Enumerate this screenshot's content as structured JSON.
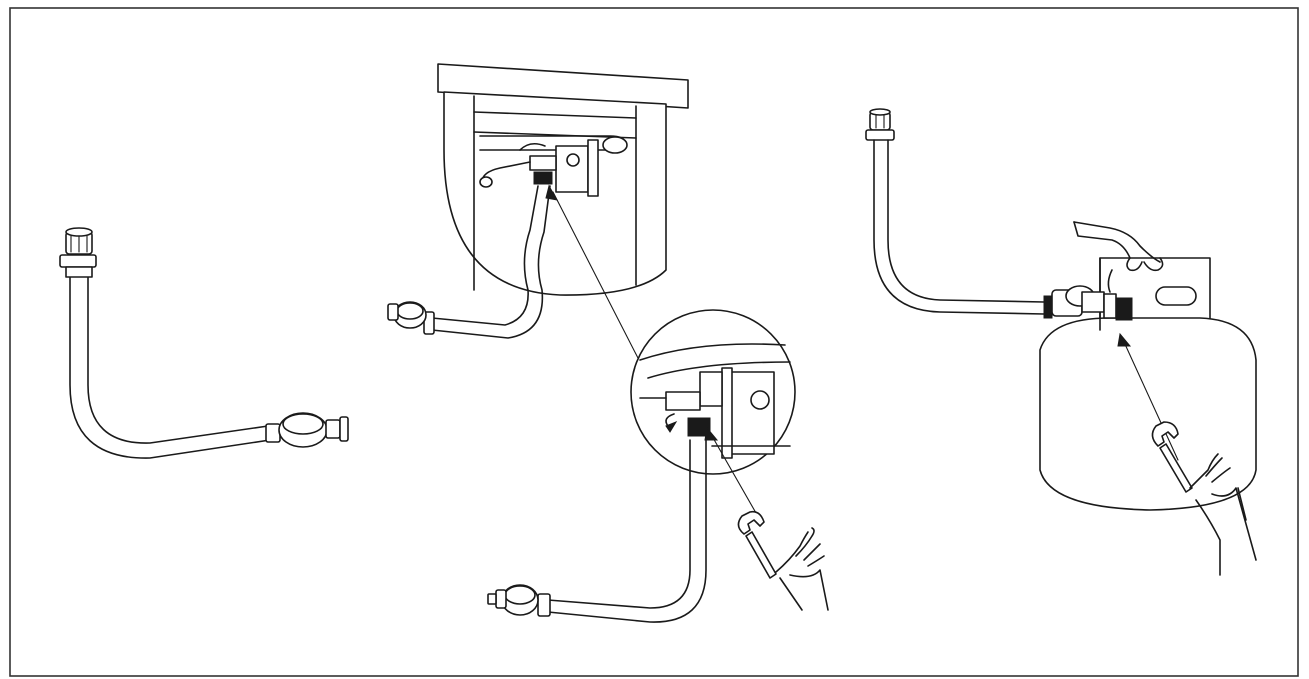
{
  "figure": {
    "frame_color": "#333333",
    "line_color": "#1a1a1a",
    "background": "#ffffff"
  },
  "panels": [
    {
      "id": "panel-hose-regulator",
      "icon": "hose-with-regulator-icon"
    },
    {
      "id": "panel-connect-to-appliance-valve",
      "icon": "appliance-valve-connection-icon"
    },
    {
      "id": "panel-connect-to-gas-cylinder",
      "icon": "gas-cylinder-connection-icon"
    }
  ]
}
